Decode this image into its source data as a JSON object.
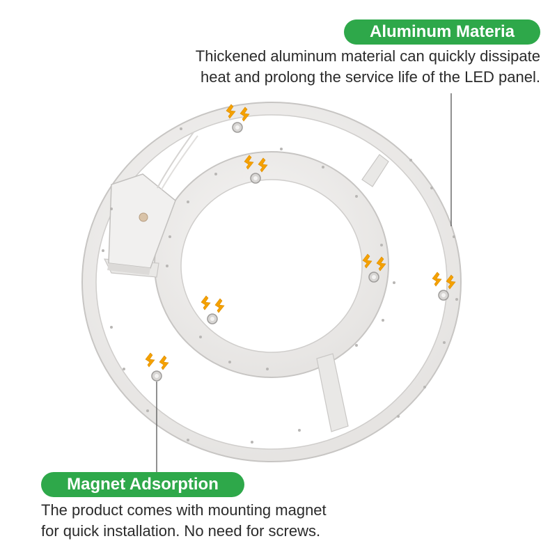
{
  "top_callout": {
    "title": "Aluminum Materia",
    "description_lines": [
      "Thickened aluminum material can quickly dissipate",
      "heat and prolong the service life of the LED panel."
    ]
  },
  "bottom_callout": {
    "title": "Magnet Adsorption",
    "description_lines": [
      "The product comes with mounting magnet",
      "for quick installation. No need for screws."
    ]
  },
  "colors": {
    "badge_green": "#2ea84a",
    "ring_fill": "#ecebea",
    "ring_edge": "#c9c7c5",
    "magnet_icon": "#f5a100"
  },
  "icons": [
    "magnet-attraction-icon",
    "magnet-mount-point"
  ]
}
